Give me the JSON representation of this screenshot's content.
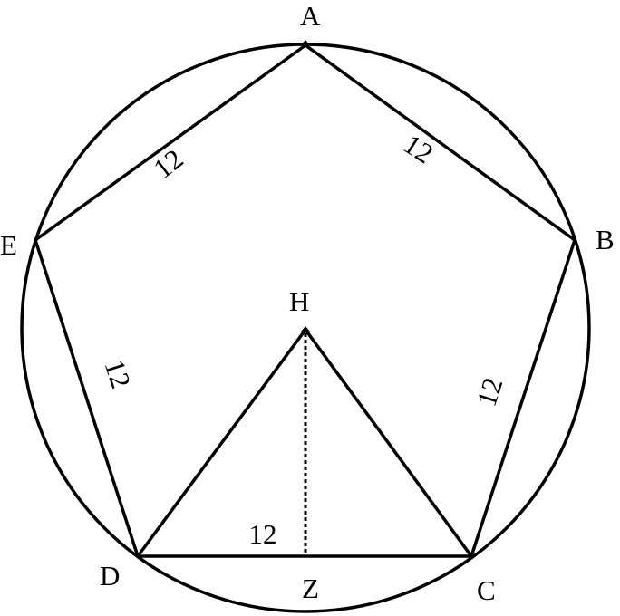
{
  "diagram": {
    "stroke_color": "#000000",
    "background": "#ffffff",
    "vertices": {
      "A": "A",
      "B": "B",
      "C": "C",
      "D": "D",
      "E": "E",
      "H": "H",
      "Z": "Z"
    },
    "side_labels": {
      "AE": "12",
      "AB": "12",
      "ED": "12",
      "BC": "12",
      "DC": "12"
    }
  }
}
